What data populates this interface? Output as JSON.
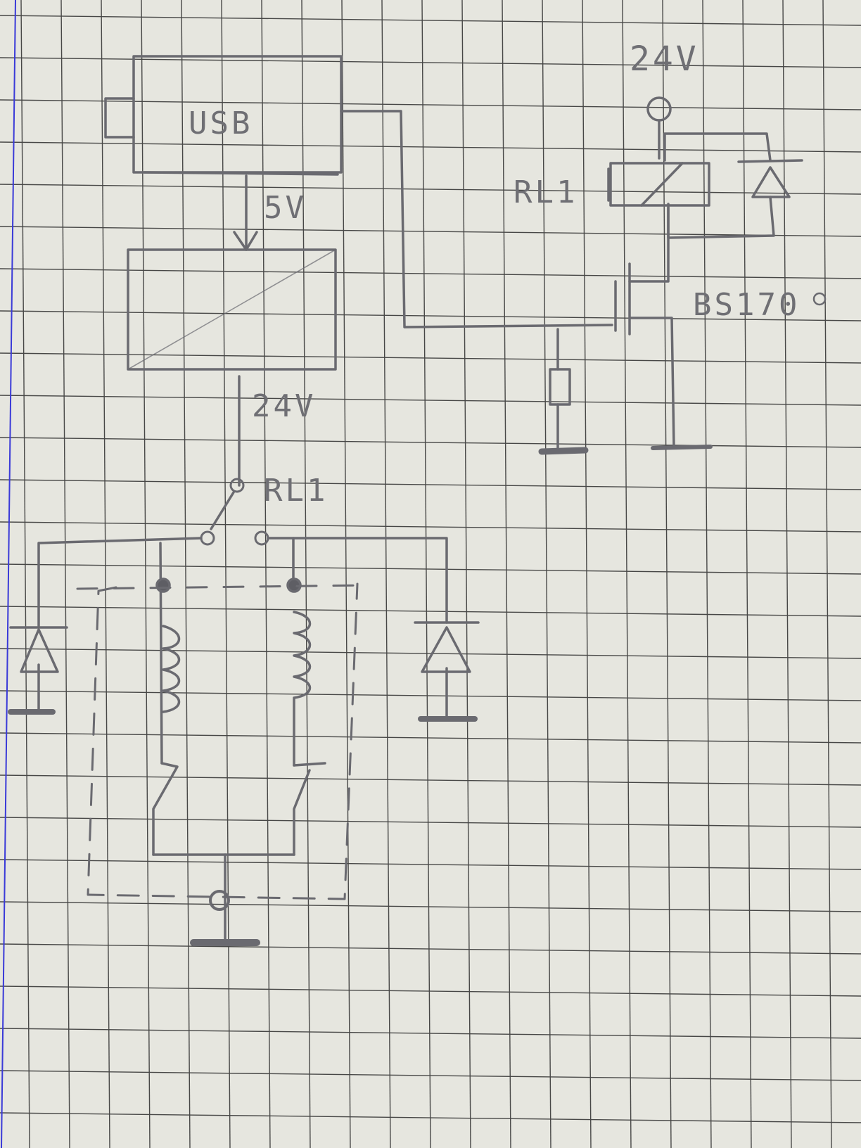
{
  "labels": {
    "usb": "USB",
    "v5": "5V",
    "v24_out": "24V",
    "v24_top": "24V",
    "rl1_top": "RL1",
    "rl1_switch": "RL1",
    "bs170": "BS170"
  },
  "colors": {
    "paper": "#e6e6df",
    "grid": "#2c2c2c",
    "margin_line": "#3a3ad8",
    "pencil": "#6a6a70"
  }
}
